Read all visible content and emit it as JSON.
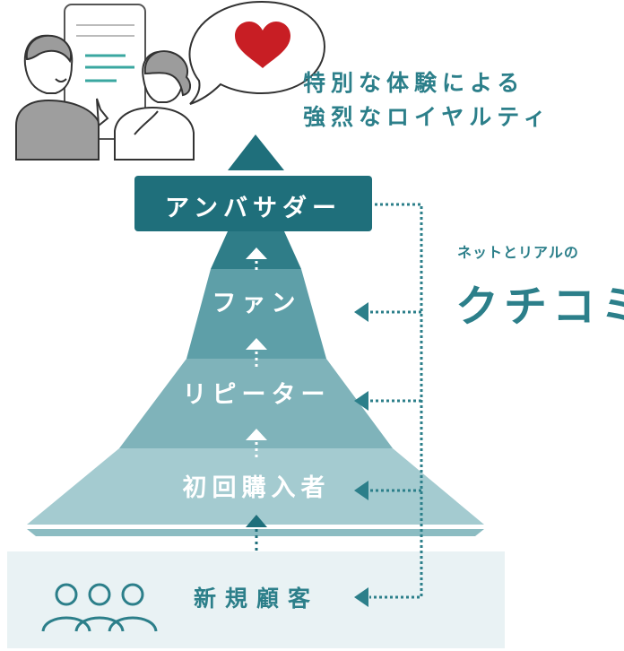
{
  "tagline": {
    "line1": "特別な体験による",
    "line2": "強烈なロイヤルティ"
  },
  "word_of_mouth": {
    "small": "ネットとリアルの",
    "big": "クチコミ"
  },
  "tiers": {
    "ambassador": "アンバサダー",
    "fan": "ファン",
    "repeater": "リピーター",
    "first_buyer": "初回購入者",
    "new_customer": "新規顧客"
  },
  "icons": {
    "heart": "heart-icon",
    "people": "people-group-icon",
    "arrows": "arrow-up-icon"
  },
  "colors": {
    "teal_dark": "#1f6f7b",
    "teal_mid": "#3e8a94",
    "teal_light": "#5e9fa8",
    "teal_pale": "#7fb3ba",
    "teal_palest": "#a4cbd0",
    "base_bg": "#e9f2f4",
    "heart": "#c81e24"
  }
}
